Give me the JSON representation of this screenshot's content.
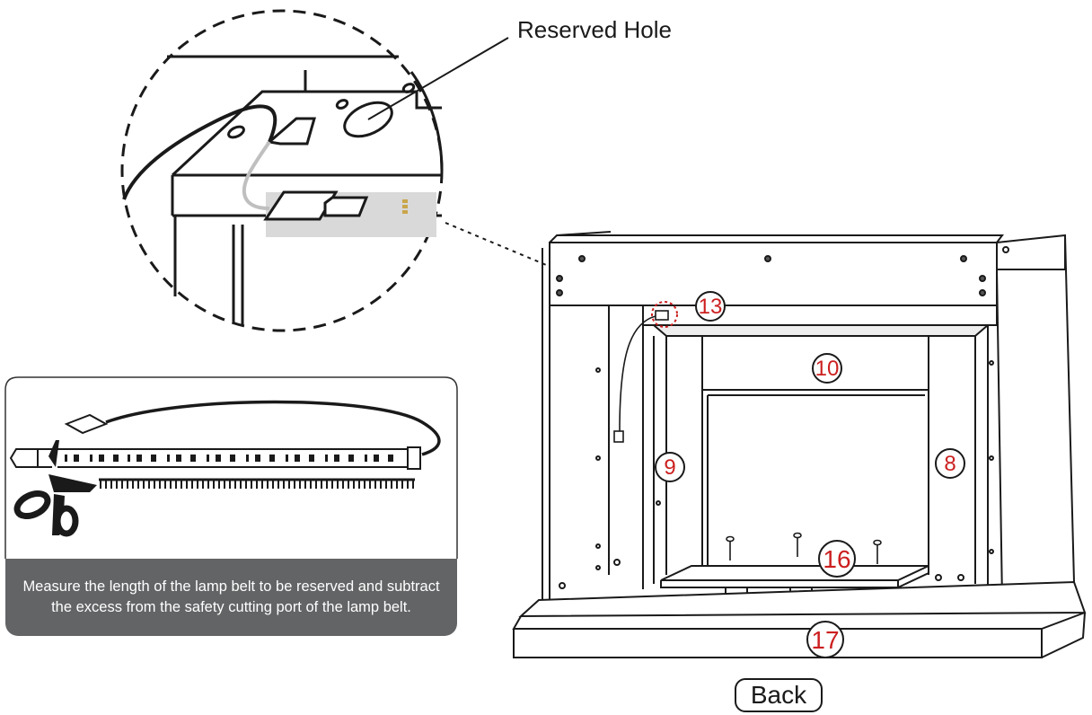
{
  "labels": {
    "reserved_hole": "Reserved Hole",
    "caption": "Measure the length of the lamp belt to be reserved and subtract the excess from the safety cutting port of the lamp belt.",
    "back": "Back"
  },
  "parts": {
    "p13": "13",
    "p10": "10",
    "p9": "9",
    "p8": "8",
    "p16": "16",
    "p17": "17"
  },
  "colors": {
    "line": "#1a1a1a",
    "callout": "#cc1f1f",
    "caption_bg": "#636466",
    "panel_shade": "#d9d9d9"
  }
}
